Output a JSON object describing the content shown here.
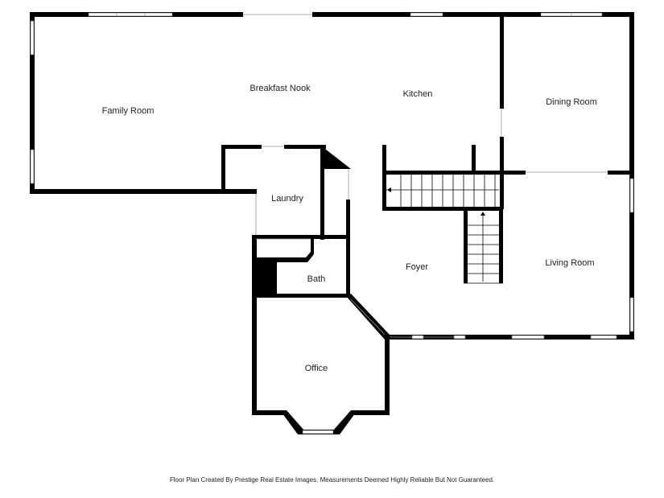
{
  "rooms": {
    "family_room": "Family Room",
    "breakfast_nook": "Breakfast Nook",
    "kitchen": "Kitchen",
    "dining_room": "Dining Room",
    "laundry": "Laundry",
    "foyer": "Foyer",
    "living_room": "Living Room",
    "bath": "Bath",
    "office": "Office"
  },
  "footer": "Floor Plan Created By Prestige Real Estate Images. Measurements Deemed Highly Reliable But Not Guaranteed."
}
